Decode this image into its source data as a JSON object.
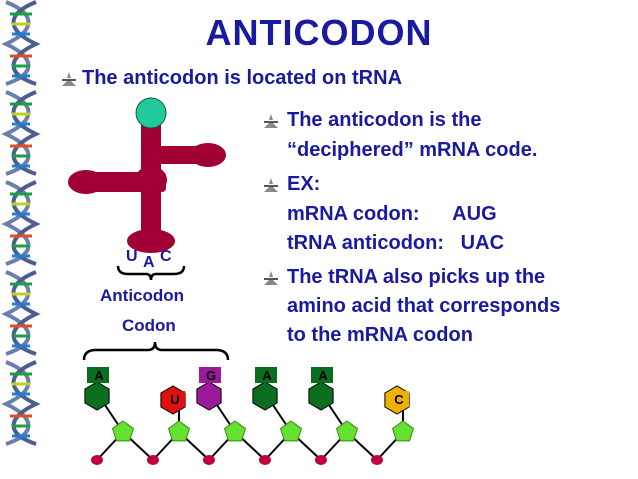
{
  "slide": {
    "title": "ANTICODON",
    "bullet_1": "The anticodon is located on tRNA",
    "bullet_2_line1": "The anticodon is the",
    "bullet_2_line2": "“deciphered” mRNA code.",
    "bullet_3_line1": "EX:",
    "bullet_3_line2": "mRNA codon:      AUG",
    "bullet_3_line3": "tRNA anticodon:   UAC",
    "bullet_4_line1": "The tRNA also picks up the",
    "bullet_4_line2": "amino acid that corresponds",
    "bullet_4_line3": "to the mRNA codon"
  },
  "trna": {
    "anticodon_letters": [
      "U",
      "A",
      "C"
    ],
    "anticodon_label": "Anticodon",
    "codon_label": "Codon",
    "colors": {
      "arm": "#a00034",
      "top_ball": "#22c99a"
    }
  },
  "mrna": {
    "bases": [
      {
        "letter": "A",
        "color": "#0a6e1e",
        "position": "up"
      },
      {
        "letter": "U",
        "color": "#e01010",
        "position": "down"
      },
      {
        "letter": "G",
        "color": "#9a1a9a",
        "position": "up"
      },
      {
        "letter": "A",
        "color": "#0a6e1e",
        "position": "up"
      },
      {
        "letter": "A",
        "color": "#0a6e1e",
        "position": "up"
      },
      {
        "letter": "C",
        "color": "#f0b000",
        "position": "down"
      }
    ],
    "colors": {
      "sugar": "#66e033",
      "phosphate": "#c0003a",
      "backbone": "#000000"
    }
  },
  "theme": {
    "text_color": "#1a1aa0",
    "background": "#ffffff"
  }
}
